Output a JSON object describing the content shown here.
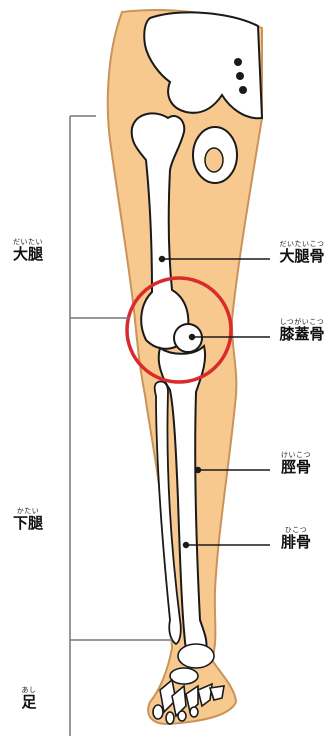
{
  "regions": {
    "thigh": {
      "ruby": "だいたい",
      "kanji": "大腿"
    },
    "lower_leg": {
      "ruby": "かたい",
      "kanji": "下腿"
    },
    "foot": {
      "ruby": "あし",
      "kanji": "足"
    }
  },
  "bones": {
    "femur": {
      "ruby": "だいたいこつ",
      "kanji": "大腿骨"
    },
    "patella": {
      "ruby": "しつがいこつ",
      "kanji": "膝蓋骨"
    },
    "tibia": {
      "ruby": "けいこつ",
      "kanji": "脛骨"
    },
    "fibula": {
      "ruby": "ひこつ",
      "kanji": "腓骨"
    }
  },
  "colors": {
    "skin": "#f7c98f",
    "skin_outline": "#c9935a",
    "bone": "#ffffff",
    "bone_outline": "#1a1a1a",
    "highlight_circle": "#d92b2b",
    "bracket": "#777777"
  }
}
